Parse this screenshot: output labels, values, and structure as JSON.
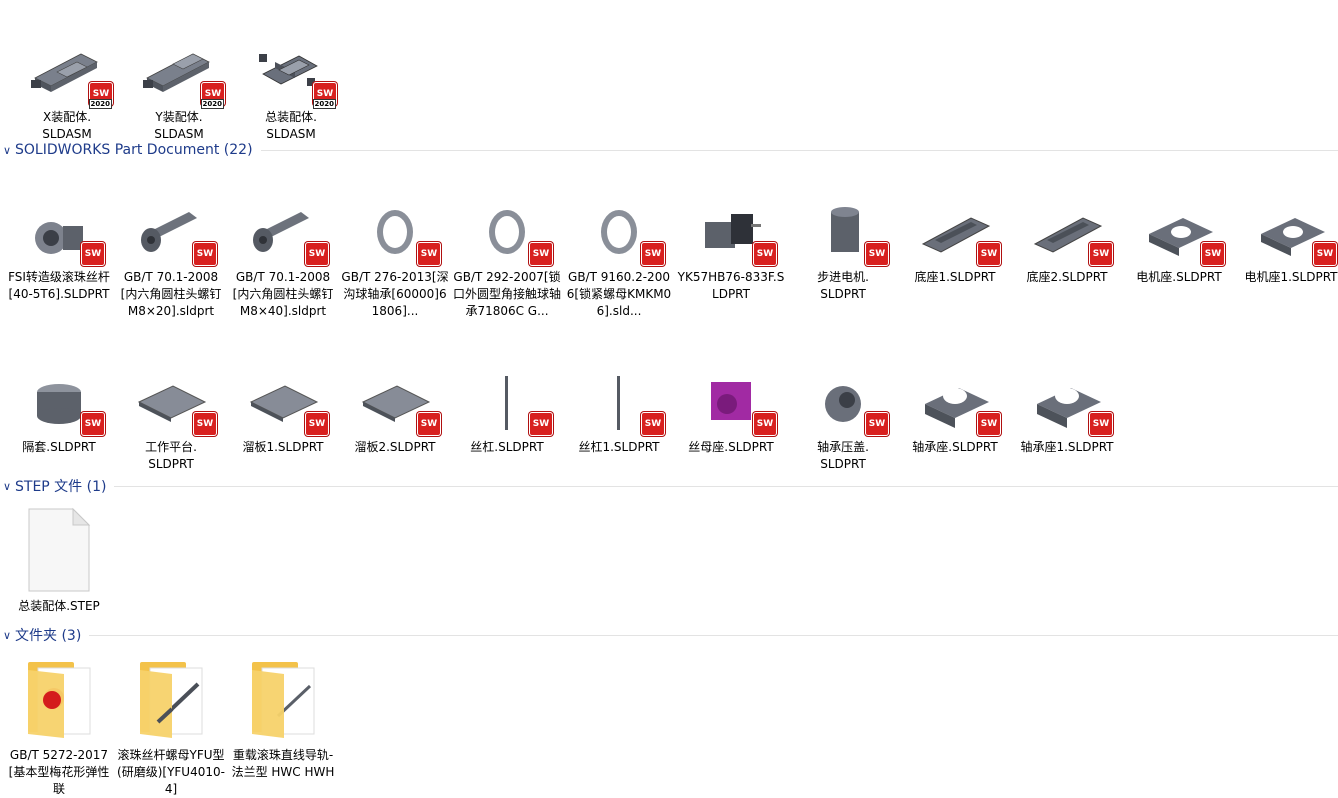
{
  "assemblies": [
    {
      "name": "X装配体.\nSLDASM",
      "badge": "SW",
      "year": "2020"
    },
    {
      "name": "Y装配体.\nSLDASM",
      "badge": "SW",
      "year": "2020"
    },
    {
      "name": "总装配体.\nSLDASM",
      "badge": "SW",
      "year": "2020"
    }
  ],
  "groups": {
    "parts": {
      "title": "SOLIDWORKS Part Document (22)"
    },
    "step": {
      "title": "STEP 文件 (1)"
    },
    "folders": {
      "title": "文件夹 (3)"
    }
  },
  "parts_row1": [
    {
      "name": "FSI转造级滚珠丝杆[40-5T6].SLDPRT",
      "badge": "SW"
    },
    {
      "name": "GB∕T 70.1-2008[内六角圆柱头螺钉M8×20].sldprt",
      "badge": "SW"
    },
    {
      "name": "GB∕T 70.1-2008[内六角圆柱头螺钉M8×40].sldprt",
      "badge": "SW"
    },
    {
      "name": "GB∕T 276-2013[深沟球轴承[60000]61806]...",
      "badge": "SW"
    },
    {
      "name": "GB∕T 292-2007[锁口外圆型角接触球轴承71806C G...",
      "badge": "SW"
    },
    {
      "name": "GB∕T 9160.2-2006[锁紧螺母KMKM06].sld...",
      "badge": "SW"
    },
    {
      "name": "YK57HB76-833F.SLDPRT",
      "badge": "SW"
    },
    {
      "name": "步进电机.\nSLDPRT",
      "badge": "SW"
    },
    {
      "name": "底座1.SLDPRT",
      "badge": "SW"
    },
    {
      "name": "底座2.SLDPRT",
      "badge": "SW"
    },
    {
      "name": "电机座.SLDPRT",
      "badge": "SW"
    },
    {
      "name": "电机座1.SLDPRT",
      "badge": "SW"
    }
  ],
  "parts_row2": [
    {
      "name": "隔套.SLDPRT",
      "badge": "SW"
    },
    {
      "name": "工作平台.\nSLDPRT",
      "badge": "SW"
    },
    {
      "name": "溜板1.SLDPRT",
      "badge": "SW"
    },
    {
      "name": "溜板2.SLDPRT",
      "badge": "SW"
    },
    {
      "name": "丝杠.SLDPRT",
      "badge": "SW"
    },
    {
      "name": "丝杠1.SLDPRT",
      "badge": "SW"
    },
    {
      "name": "丝母座.SLDPRT",
      "badge": "SW"
    },
    {
      "name": "轴承压盖.\nSLDPRT",
      "badge": "SW"
    },
    {
      "name": "轴承座.SLDPRT",
      "badge": "SW"
    },
    {
      "name": "轴承座1.SLDPRT",
      "badge": "SW"
    }
  ],
  "step_files": [
    {
      "name": "总装配体.STEP"
    }
  ],
  "folders": [
    {
      "name": "GB∕T 5272-2017[基本型梅花形弹性联"
    },
    {
      "name": "滚珠丝杆螺母YFU型(研磨级)[YFU4010-4]"
    },
    {
      "name": "重载滚珠直线导轨-法兰型 HWC HWH"
    }
  ],
  "icons": {
    "chevron": "chevron-down-icon",
    "sw_badge": "solidworks-icon",
    "step": "blank-document-icon",
    "folder": "folder-icon"
  },
  "colors": {
    "header_text": "#1e3b8a",
    "badge_red": "#d8201f",
    "part_gray": "#6f7480",
    "highlight_part": "#a12aa3",
    "folder_yellow": "#f5c94a"
  }
}
